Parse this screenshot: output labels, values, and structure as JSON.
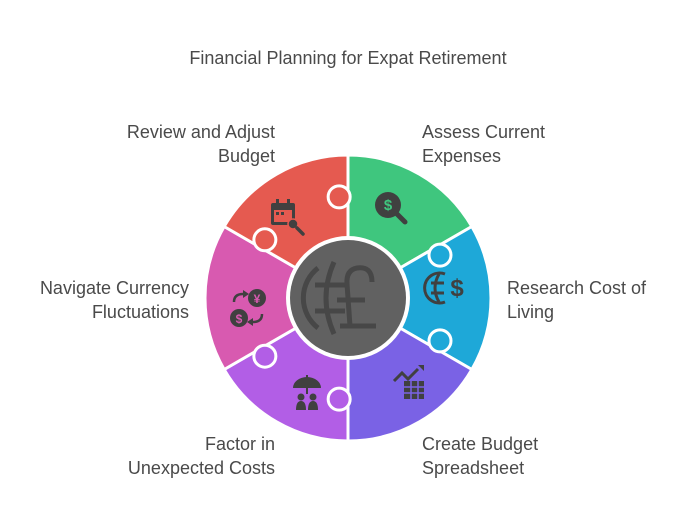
{
  "title": "Financial Planning for Expat Retirement",
  "center": {
    "icon": "globe-pound-icon",
    "color": "#616161"
  },
  "segments": [
    {
      "name": "Assess Current Expenses",
      "lines": [
        "Assess Current",
        "Expenses"
      ],
      "color": "#3fc67e",
      "icon": "money-search-icon"
    },
    {
      "name": "Research Cost of Living",
      "lines": [
        "Research Cost of",
        "Living"
      ],
      "color": "#1ea8d8",
      "icon": "globe-dollar-icon"
    },
    {
      "name": "Create Budget Spreadsheet",
      "lines": [
        "Create Budget",
        "Spreadsheet"
      ],
      "color": "#7a62e5",
      "icon": "chart-table-icon"
    },
    {
      "name": "Factor in Unexpected Costs",
      "lines": [
        "Factor in",
        "Unexpected Costs"
      ],
      "color": "#b25ee6",
      "icon": "umbrella-people-icon"
    },
    {
      "name": "Navigate Currency Fluctuations",
      "lines": [
        "Navigate Currency",
        "Fluctuations"
      ],
      "color": "#d85ab0",
      "icon": "currency-exchange-icon"
    },
    {
      "name": "Review and Adjust Budget",
      "lines": [
        "Review and Adjust",
        "Budget"
      ],
      "color": "#e55a50",
      "icon": "calendar-search-icon"
    }
  ]
}
